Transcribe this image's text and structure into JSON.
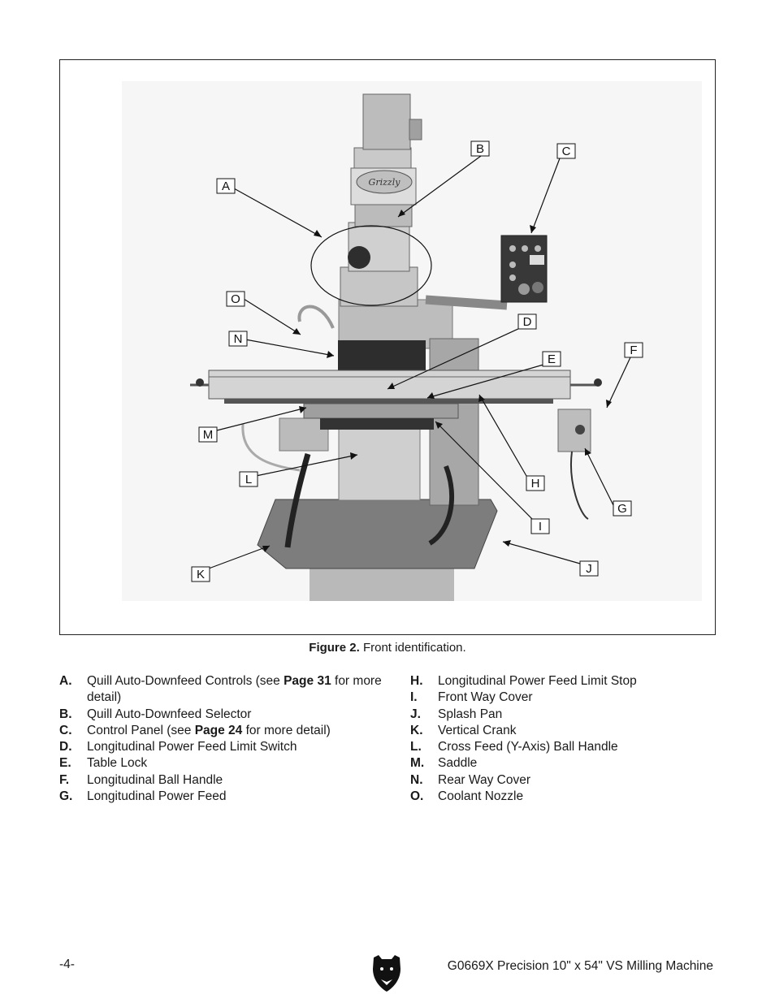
{
  "figure": {
    "caption_label": "Figure 2.",
    "caption_text": " Front identification.",
    "machine_logo_text": "Grizzly",
    "callouts": [
      "A",
      "B",
      "C",
      "D",
      "E",
      "F",
      "G",
      "H",
      "I",
      "J",
      "K",
      "L",
      "M",
      "N",
      "O"
    ]
  },
  "legend": {
    "left": [
      {
        "key": "A.",
        "parts": [
          "Quill Auto-Downfeed Controls (see ",
          {
            "b": "Page 31"
          },
          " for more detail)"
        ]
      },
      {
        "key": "B.",
        "parts": [
          "Quill Auto-Downfeed Selector"
        ]
      },
      {
        "key": "C.",
        "parts": [
          "Control Panel (see ",
          {
            "b": "Page 24"
          },
          " for more detail)"
        ]
      },
      {
        "key": "D.",
        "parts": [
          "Longitudinal Power Feed Limit Switch"
        ]
      },
      {
        "key": "E.",
        "parts": [
          "Table Lock"
        ]
      },
      {
        "key": "F.",
        "parts": [
          "Longitudinal Ball Handle"
        ]
      },
      {
        "key": "G.",
        "parts": [
          "Longitudinal Power Feed"
        ]
      }
    ],
    "right": [
      {
        "key": "H.",
        "parts": [
          "Longitudinal Power Feed Limit Stop"
        ]
      },
      {
        "key": "I.",
        "parts": [
          "Front Way Cover"
        ]
      },
      {
        "key": "J.",
        "parts": [
          "Splash Pan"
        ]
      },
      {
        "key": "K.",
        "parts": [
          "Vertical Crank"
        ]
      },
      {
        "key": "L.",
        "parts": [
          "Cross Feed (Y-Axis) Ball Handle"
        ]
      },
      {
        "key": "M.",
        "parts": [
          "Saddle"
        ]
      },
      {
        "key": "N.",
        "parts": [
          "Rear Way Cover"
        ]
      },
      {
        "key": "O.",
        "parts": [
          "Coolant Nozzle"
        ]
      }
    ]
  },
  "footer": {
    "page_number": "-4-",
    "title": "G0669X Precision 10\" x 54\" VS Milling Machine"
  }
}
